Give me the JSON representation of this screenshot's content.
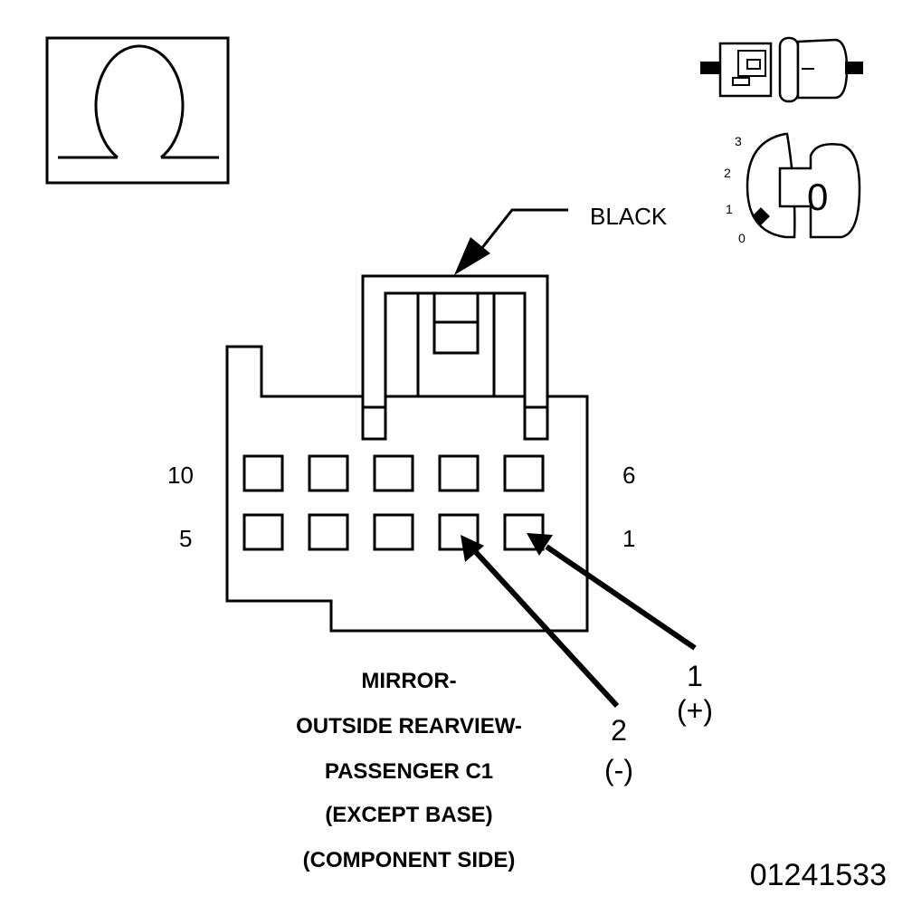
{
  "connector": {
    "color_label": "BLACK",
    "pin_row_top": {
      "left": "10",
      "right": "6"
    },
    "pin_row_bottom": {
      "left": "5",
      "right": "1"
    }
  },
  "callouts": [
    {
      "number": "1",
      "polarity": "(+)"
    },
    {
      "number": "2",
      "polarity": "(-)"
    }
  ],
  "caption": {
    "lines": [
      "MIRROR-",
      "OUTSIDE REARVIEW-",
      "PASSENGER C1",
      "(EXCEPT BASE)",
      "(COMPONENT SIDE)"
    ]
  },
  "key_icon": {
    "positions": [
      "3",
      "2",
      "1",
      "0"
    ],
    "key_label": "0"
  },
  "figure_id": "01241533",
  "icons": [
    "ohmmeter-icon",
    "unplugged-connector-icon",
    "ignition-key-off-icon"
  ]
}
